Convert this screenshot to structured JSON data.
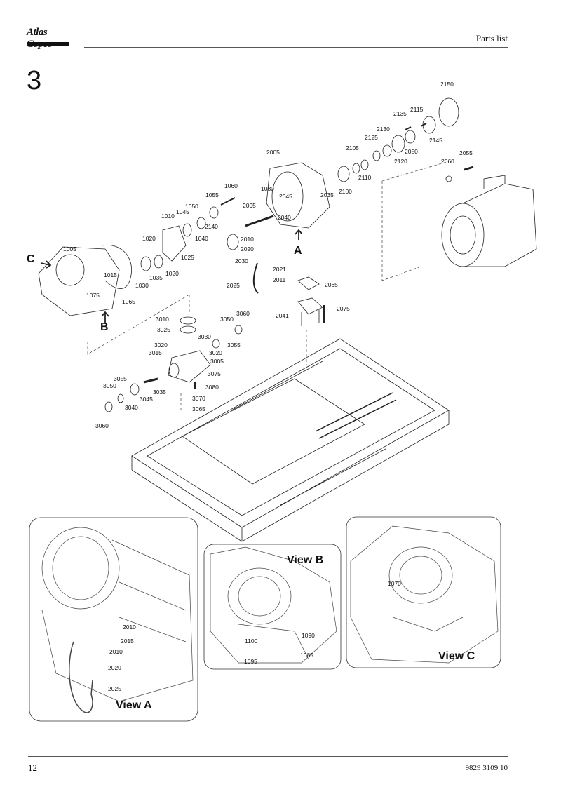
{
  "header": {
    "brand": "Atlas Copco",
    "title": "Parts list"
  },
  "section_number": "3",
  "parts": {
    "p1005": "1005",
    "p1010": "1010",
    "p1015": "1015",
    "p1020a": "1020",
    "p1020b": "1020",
    "p1025": "1025",
    "p1030": "1030",
    "p1035": "1035",
    "p1040": "1040",
    "p1045": "1045",
    "p1050": "1050",
    "p1055": "1055",
    "p1060": "1060",
    "p1065": "1065",
    "p1075": "1075",
    "p1080": "1080",
    "p2005": "2005",
    "p2010": "2010",
    "p2011": "2011",
    "p2020": "2020",
    "p2021": "2021",
    "p2025": "2025",
    "p2030": "2030",
    "p2035": "2035",
    "p2040": "2040",
    "p2041": "2041",
    "p2045": "2045",
    "p2055": "2055",
    "p2060": "2060",
    "p2065": "2065",
    "p2075": "2075",
    "p2095": "2095",
    "p2100": "2100",
    "p2105": "2105",
    "p2110": "2110",
    "p2115": "2115",
    "p2120": "2120",
    "p2125": "2125",
    "p2130": "2130",
    "p2135": "2135",
    "p2140": "2140",
    "p2145": "2145",
    "p2150": "2150",
    "p2050": "2050",
    "p3005": "3005",
    "p3010": "3010",
    "p3015": "3015",
    "p3020a": "3020",
    "p3020b": "3020",
    "p3025": "3025",
    "p3030": "3030",
    "p3035": "3035",
    "p3040": "3040",
    "p3045": "3045",
    "p3050a": "3050",
    "p3050b": "3050",
    "p3055a": "3055",
    "p3055b": "3055",
    "p3060a": "3060",
    "p3060b": "3060",
    "p3065": "3065",
    "p3070": "3070",
    "p3075": "3075",
    "p3080": "3080"
  },
  "markers": {
    "a": "A",
    "b": "B",
    "c": "C"
  },
  "view_a": {
    "title": "View A",
    "p2010a": "2010",
    "p2015": "2015",
    "p2010b": "2010",
    "p2020": "2020",
    "p2025": "2025"
  },
  "view_b": {
    "title": "View B",
    "p1090": "1090",
    "p1100": "1100",
    "p1085": "1085",
    "p1095": "1095"
  },
  "view_c": {
    "title": "View C",
    "p1070": "1070"
  },
  "footer": {
    "page": "12",
    "doc_number": "9829 3109 10"
  }
}
